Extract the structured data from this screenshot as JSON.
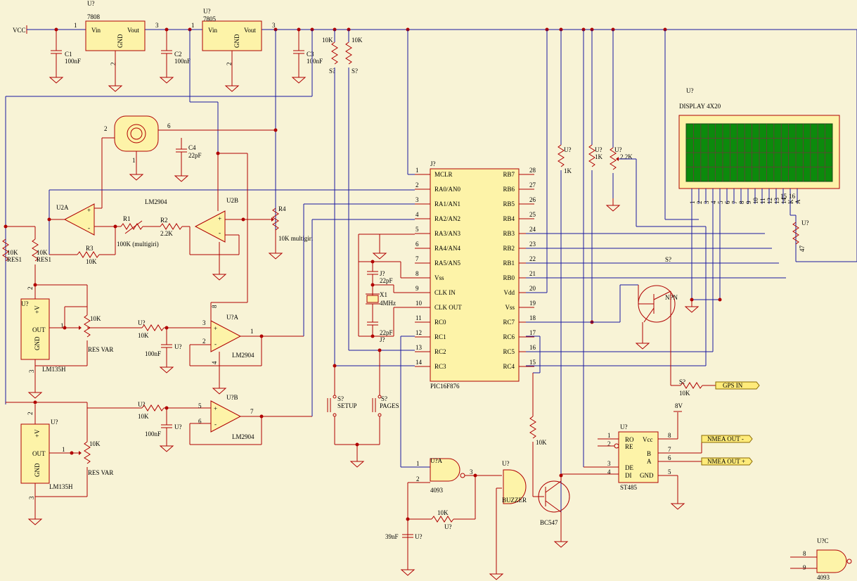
{
  "power": {
    "vcc": "VCC",
    "v8": "8V"
  },
  "regulators": [
    {
      "ref": "U?",
      "part": "7808",
      "vin": "Vin",
      "vout": "Vout",
      "gnd": "GND",
      "p1": "1",
      "p2": "2",
      "p3": "3"
    },
    {
      "ref": "U?",
      "part": "7805",
      "vin": "Vin",
      "vout": "Vout",
      "gnd": "GND",
      "p1": "1",
      "p2": "2",
      "p3": "3"
    }
  ],
  "caps": {
    "c1": "C1",
    "c1v": "100nF",
    "c2": "C2",
    "c2v": "100nF",
    "c3": "C3",
    "c3v": "100nF",
    "c4": "C4",
    "c4v": "22pF",
    "cj1": "J?",
    "cj1v": "22pF",
    "cj2": "J?",
    "cj2v": "22pF",
    "cu1": "U?",
    "cu1v": "100nF",
    "cu2": "U?",
    "cu2v": "100nF",
    "c39": "39nF",
    "c39r": "U?"
  },
  "resistors": {
    "r10k": "10K",
    "s": "S?",
    "r1": "R1",
    "r1v": "100K (multigiri)",
    "r2": "R2",
    "r2v": "2.2K",
    "r3": "R3",
    "r3v": "10K",
    "r4": "R4",
    "r4v": "10K multigiri",
    "res1": "RES1",
    "u": "U?",
    "r1k": "1K",
    "r22k": "2.2K",
    "r47": "47",
    "s7": "S?",
    "resvar": "RES VAR"
  },
  "opamps": {
    "u2a": "U2A",
    "u2b": "U2B",
    "u7a": "U?A",
    "u7b": "U?B",
    "lm2904": "LM2904",
    "plus": "+",
    "minus": "-",
    "p8": "8",
    "p4": "4"
  },
  "sensor": {
    "pin2": "2",
    "pin6": "6",
    "pin1": "1"
  },
  "lm135": {
    "part": "LM135H",
    "v": "+V",
    "out": "OUT",
    "gnd": "GND",
    "ref": "U?",
    "p1": "1",
    "p2": "2",
    "p3": "3"
  },
  "pic": {
    "ref": "J?",
    "part": "PIC16F876",
    "left": [
      [
        "1",
        "MCLR"
      ],
      [
        "2",
        "RA0/AN0"
      ],
      [
        "3",
        "RA1/AN1"
      ],
      [
        "4",
        "RA2/AN2"
      ],
      [
        "5",
        "RA3/AN3"
      ],
      [
        "6",
        "RA4/AN4"
      ],
      [
        "7",
        "RA5/AN5"
      ],
      [
        "8",
        "Vss"
      ],
      [
        "9",
        "CLK IN"
      ],
      [
        "10",
        "CLK OUT"
      ],
      [
        "11",
        "RC0"
      ],
      [
        "12",
        "RC1"
      ],
      [
        "13",
        "RC2"
      ],
      [
        "14",
        "RC3"
      ]
    ],
    "right": [
      [
        "28",
        "RB7"
      ],
      [
        "27",
        "RB6"
      ],
      [
        "26",
        "RB5"
      ],
      [
        "25",
        "RB4"
      ],
      [
        "24",
        "RB3"
      ],
      [
        "23",
        "RB2"
      ],
      [
        "22",
        "RB1"
      ],
      [
        "21",
        "RB0"
      ],
      [
        "20",
        "Vdd"
      ],
      [
        "19",
        "Vss"
      ],
      [
        "18",
        "RC7"
      ],
      [
        "17",
        "RC6"
      ],
      [
        "16",
        "RC5"
      ],
      [
        "15",
        "RC4"
      ]
    ]
  },
  "crystal": {
    "ref": "X1",
    "freq": "4MHz"
  },
  "display": {
    "ref": "U?",
    "title": "DISPLAY 4X20",
    "pins": [
      "1",
      "2",
      "3",
      "4",
      "5",
      "6",
      "7",
      "8",
      "9",
      "10",
      "11",
      "12",
      "13",
      "14",
      "K",
      "A"
    ],
    "p15": "15",
    "p16": "16"
  },
  "buttons": {
    "setup": "SETUP",
    "pages": "PAGES",
    "ref": "S?"
  },
  "gate": {
    "ref": "U?A",
    "part": "4093",
    "p1": "1",
    "p2": "2",
    "p3": "3",
    "refC": "U?C",
    "pc8": "8",
    "pc9": "9",
    "partC": "4093"
  },
  "buzzer": {
    "ref": "U?",
    "label": "BUZZER"
  },
  "transistors": {
    "npn": "NPN",
    "bc547": "BC547"
  },
  "st485": {
    "ref": "U?",
    "part": "ST485",
    "ro": "RO",
    "re": "RE",
    "de": "DE",
    "di": "DI",
    "vcc": "Vcc",
    "b": "B",
    "a": "A",
    "gnd": "GND",
    "p1": "1",
    "p2": "2",
    "p3": "3",
    "p4": "4",
    "p5": "5",
    "p6": "6",
    "p7": "7",
    "p8": "8"
  },
  "nets": {
    "gps": "GPS IN",
    "nmea_minus": "NMEA OUT -",
    "nmea_plus": "NMEA OUT +"
  }
}
